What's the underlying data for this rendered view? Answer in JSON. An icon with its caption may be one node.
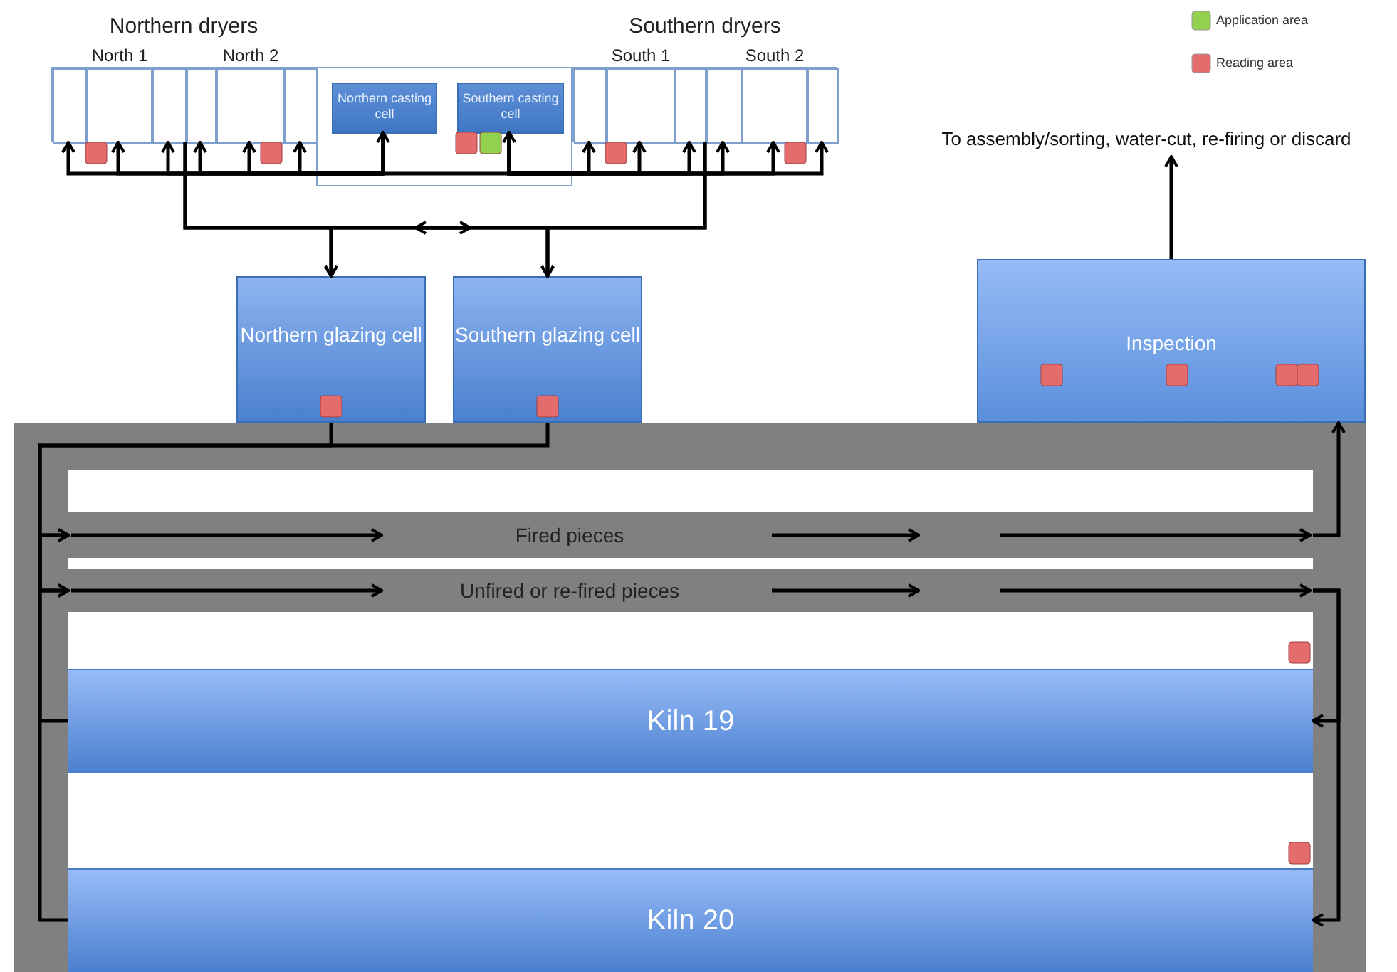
{
  "diagram": {
    "nodes": [
      {
        "text": [
          "Northern dryers"
        ]
      },
      {
        "text": [],
        "shape": "box",
        "in": 0
      },
      {
        "text": [
          "North 1"
        ],
        "in": 0
      },
      {
        "text": [],
        "shape": "box",
        "in": 0
      },
      {
        "text": [],
        "shape": "box",
        "in": 0
      },
      {
        "text": [
          "North 2"
        ],
        "in": 0
      },
      {
        "text": [],
        "shape": "box",
        "in": 0
      },
      {
        "text": [],
        "shape": "box"
      },
      {
        "text": [
          "Northern casting cell"
        ],
        "in": 7
      },
      {
        "text": [
          "Southern casting cell"
        ],
        "in": 7
      },
      {
        "text": [
          "Southern dryers"
        ]
      },
      {
        "text": [],
        "shape": "box",
        "in": 10
      },
      {
        "text": [
          "South 1"
        ],
        "in": 10
      },
      {
        "text": [],
        "shape": "box",
        "in": 10
      },
      {
        "text": [],
        "shape": "box",
        "in": 10
      },
      {
        "text": [
          "South 2"
        ],
        "in": 10
      },
      {
        "text": [],
        "shape": "box",
        "in": 10
      },
      {
        "text": [
          "Northern glazing cell"
        ]
      },
      {
        "text": [
          "Southern glazing cell"
        ]
      },
      {
        "text": [
          "To assembly/sorting, water-cut, re-firing or discard"
        ]
      },
      {
        "text": [
          "Inspection"
        ]
      },
      {
        "text": [
          "Fired pieces"
        ]
      },
      {
        "text": [
          "Unfired or re-fired pieces"
        ]
      },
      {
        "text": [
          "Kiln 19"
        ]
      },
      {
        "text": [
          "Kiln 20"
        ]
      }
    ],
    "edges": [
      {
        "from": 8,
        "to": 1,
        "arrow": "to"
      },
      {
        "from": 8,
        "to": 2,
        "arrow": "to"
      },
      {
        "from": 8,
        "to": 3,
        "arrow": "to"
      },
      {
        "from": 8,
        "to": 4,
        "arrow": "to"
      },
      {
        "from": 8,
        "to": 5,
        "arrow": "to"
      },
      {
        "from": 8,
        "to": 6,
        "arrow": "to"
      },
      {
        "from": 9,
        "to": 11,
        "arrow": "to"
      },
      {
        "from": 9,
        "to": 12,
        "arrow": "to"
      },
      {
        "from": 9,
        "to": 13,
        "arrow": "to"
      },
      {
        "from": 9,
        "to": 14,
        "arrow": "to"
      },
      {
        "from": 9,
        "to": 15,
        "arrow": "to"
      },
      {
        "from": 9,
        "to": 16,
        "arrow": "to"
      },
      {
        "from": 0,
        "to": 17,
        "arrow": "to"
      },
      {
        "from": 0,
        "to": 18,
        "arrow": "to"
      },
      {
        "from": 10,
        "to": 17,
        "arrow": "to"
      },
      {
        "from": 10,
        "to": 18,
        "arrow": "to"
      },
      {
        "from": 17,
        "to": 22,
        "arrow": "to"
      },
      {
        "from": 18,
        "to": 22,
        "arrow": "to"
      },
      {
        "from": 21,
        "to": 20,
        "arrow": "to"
      },
      {
        "from": 22,
        "to": 23,
        "arrow": "to"
      },
      {
        "from": 22,
        "to": 24,
        "arrow": "to"
      },
      {
        "from": 23,
        "to": 21,
        "arrow": "to"
      },
      {
        "from": 24,
        "to": 21,
        "arrow": "to"
      },
      {
        "from": 20,
        "to": 19,
        "arrow": "to"
      },
      {
        "from": 8,
        "to": 9,
        "arrow": "both"
      }
    ],
    "legend": [
      {
        "text": "Application area",
        "color": "#92d050"
      },
      {
        "text": "Reading area",
        "color": "#e46c6c"
      }
    ]
  }
}
